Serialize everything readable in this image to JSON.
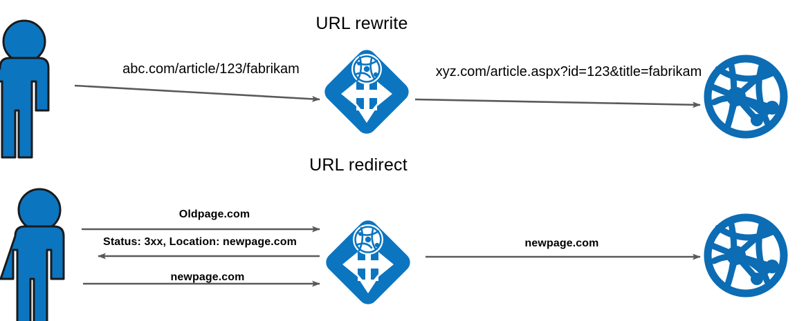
{
  "diagram": {
    "type": "flow-diagram",
    "title_top": "URL rewrite",
    "title_bottom": "URL redirect",
    "colors": {
      "person_blue": "#0C75C0",
      "person_outline": "#1A1A1A",
      "router_blue": "#0C75C0",
      "network_blue": "#0C6CB4",
      "arrow_gray": "#595959",
      "text": "#000000",
      "background": "#FFFFFF"
    },
    "sections": [
      {
        "name": "url-rewrite",
        "title": "URL rewrite",
        "actors": [
          {
            "name": "client-person",
            "icon": "person-icon"
          },
          {
            "name": "rewrite-router",
            "icon": "router-diamond-icon"
          },
          {
            "name": "web-server",
            "icon": "network-globe-icon"
          }
        ],
        "flows": [
          {
            "name": "client-to-router",
            "label": "abc.com/article/123/fabrikam",
            "direction": "right"
          },
          {
            "name": "router-to-server",
            "label": "xyz.com/article.aspx?id=123&title=fabrikam",
            "direction": "right"
          }
        ]
      },
      {
        "name": "url-redirect",
        "title": "URL redirect",
        "actors": [
          {
            "name": "client-person",
            "icon": "person-icon"
          },
          {
            "name": "redirect-router",
            "icon": "router-diamond-icon"
          },
          {
            "name": "web-server",
            "icon": "network-globe-icon"
          }
        ],
        "flows": [
          {
            "name": "request-oldpage",
            "label": "Oldpage.com",
            "direction": "right"
          },
          {
            "name": "response-redirect",
            "label": "Status: 3xx, Location: newpage.com",
            "direction": "left"
          },
          {
            "name": "request-newpage",
            "label": "newpage.com",
            "direction": "right"
          },
          {
            "name": "router-to-server-newpage",
            "label": "newpage.com",
            "direction": "right"
          }
        ]
      }
    ]
  }
}
